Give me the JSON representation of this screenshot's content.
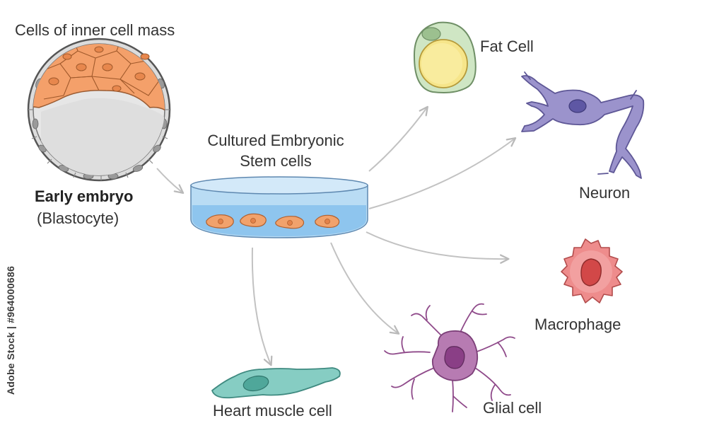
{
  "labels": {
    "inner_cell_mass": "Cells of inner cell mass",
    "early_embryo": "Early embryo",
    "blastocyte": "(Blastocyte)",
    "cultured_line1": "Cultured Embryonic",
    "cultured_line2": "Stem cells",
    "fat_cell": "Fat Cell",
    "neuron": "Neuron",
    "macrophage": "Macrophage",
    "glial_cell": "Glial cell",
    "heart_muscle_cell": "Heart muscle cell"
  },
  "watermark": "Adobe Stock | #964000686",
  "colors": {
    "text": "#333333",
    "arrow": "#bdbdbd",
    "embryo_orange": "#f4a06a",
    "embryo_shell": "#cfcfcf",
    "dish_blue": "#8ec5ee",
    "fat_green": "#cfe6c4",
    "fat_yellow": "#f6e58a",
    "neuron_purple": "#9b93cc",
    "macrophage_red": "#ee8c8c",
    "glial_purple": "#b77bb2",
    "heart_teal": "#86cdc3"
  }
}
